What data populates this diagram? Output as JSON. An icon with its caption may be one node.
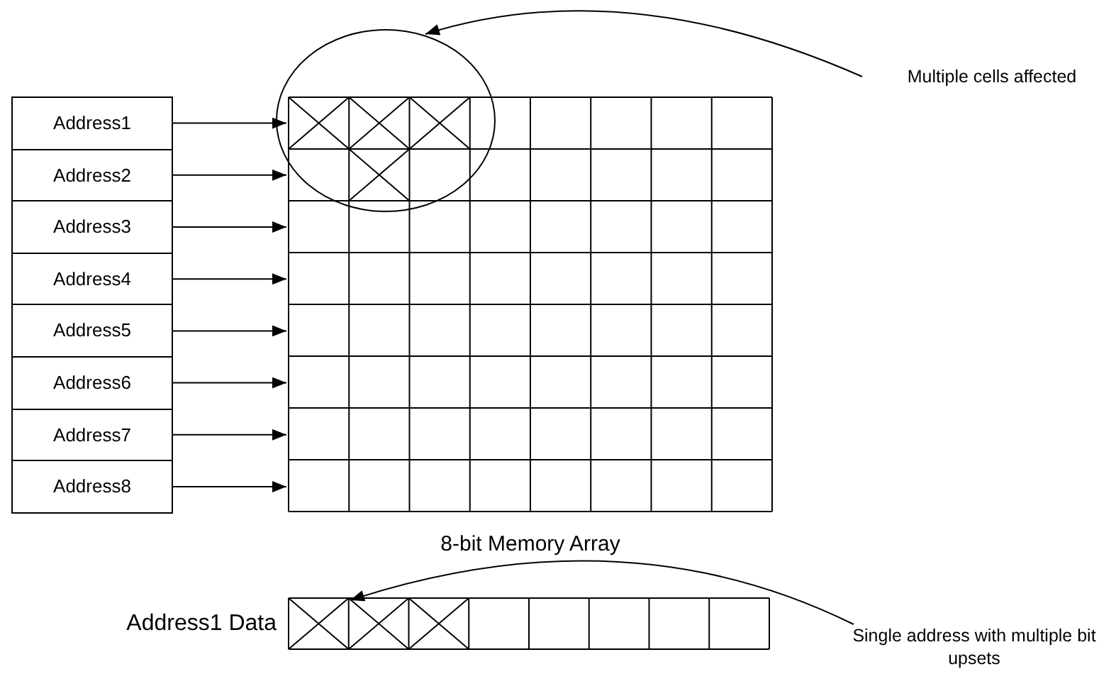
{
  "diagram": {
    "nodes": [
      {
        "text": [
          "Address1"
        ]
      },
      {
        "text": [
          "Address2"
        ]
      },
      {
        "text": [
          "Address3"
        ]
      },
      {
        "text": [
          "Address4"
        ]
      },
      {
        "text": [
          "Address5"
        ]
      },
      {
        "text": [
          "Address6"
        ]
      },
      {
        "text": [
          "Address7"
        ]
      },
      {
        "text": [
          "Address8"
        ]
      },
      {
        "text": [],
        "shape": "box",
        "beside": [
          "8-bit Memory Array"
        ]
      },
      {
        "text": [],
        "shape": "circle"
      },
      {
        "text": [
          "Multiple cells affected"
        ]
      },
      {
        "text": [],
        "shape": "bar",
        "beside": [
          "Address1 Data"
        ]
      },
      {
        "text": [
          "Single address with multiple bit upsets"
        ]
      }
    ],
    "edges": [
      {
        "from": 0,
        "to": 8,
        "arrow": "to"
      },
      {
        "from": 1,
        "to": 8,
        "arrow": "to"
      },
      {
        "from": 2,
        "to": 8,
        "arrow": "to"
      },
      {
        "from": 3,
        "to": 8,
        "arrow": "to"
      },
      {
        "from": 4,
        "to": 8,
        "arrow": "to"
      },
      {
        "from": 5,
        "to": 8,
        "arrow": "to"
      },
      {
        "from": 6,
        "to": 8,
        "arrow": "to"
      },
      {
        "from": 7,
        "to": 8,
        "arrow": "to"
      },
      {
        "from": 10,
        "to": 9,
        "arrow": "to"
      },
      {
        "from": 12,
        "to": 11,
        "arrow": "to"
      }
    ]
  }
}
